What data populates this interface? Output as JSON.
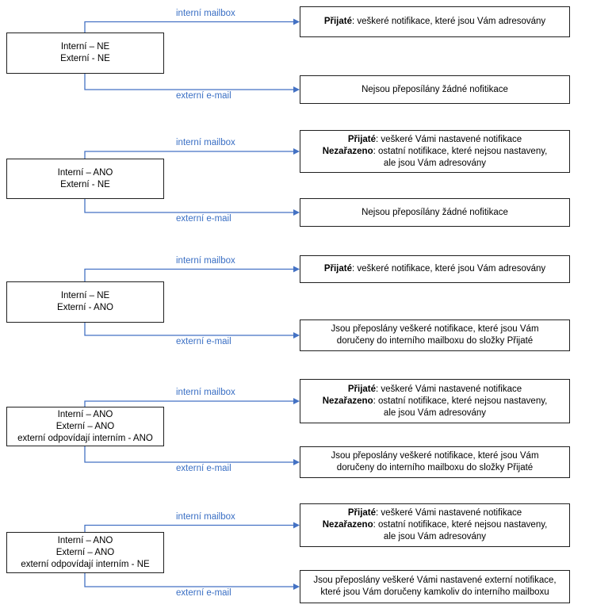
{
  "labels": {
    "internal": "interní mailbox",
    "external": "externí e-mail"
  },
  "rows": [
    {
      "source": [
        "Interní – NE",
        "Externí - NE"
      ],
      "internal": [
        {
          "bold": "Přijaté",
          "text": ": veškeré notifikace, které jsou Vám adresovány"
        }
      ],
      "external": [
        {
          "bold": "",
          "text": "Nejsou přeposílány žádné nofitikace"
        }
      ]
    },
    {
      "source": [
        "Interní – ANO",
        "Externí - NE"
      ],
      "internal": [
        {
          "bold": "Přijaté",
          "text": ": veškeré Vámi nastavené notifikace"
        },
        {
          "bold": "Nezařazeno",
          "text": ": ostatní notifikace, které nejsou nastaveny,"
        },
        {
          "bold": "",
          "text": "ale jsou Vám adresovány"
        }
      ],
      "external": [
        {
          "bold": "",
          "text": "Nejsou přeposílány žádné nofitikace"
        }
      ]
    },
    {
      "source": [
        "Interní – NE",
        "Externí - ANO"
      ],
      "internal": [
        {
          "bold": "Přijaté",
          "text": ": veškeré notifikace, které jsou Vám adresovány"
        }
      ],
      "external": [
        {
          "bold": "",
          "text": "Jsou přeposlány veškeré notifikace, které jsou Vám"
        },
        {
          "bold": "",
          "text": "doručeny do interního mailboxu do složky Přijaté"
        }
      ]
    },
    {
      "source": [
        "Interní – ANO",
        "Externí – ANO",
        "externí odpovídají interním - ANO"
      ],
      "internal": [
        {
          "bold": "Přijaté",
          "text": ": veškeré Vámi nastavené notifikace"
        },
        {
          "bold": "Nezařazeno",
          "text": ": ostatní notifikace, které nejsou nastaveny,"
        },
        {
          "bold": "",
          "text": "ale jsou Vám adresovány"
        }
      ],
      "external": [
        {
          "bold": "",
          "text": "Jsou přeposlány veškeré notifikace, které jsou Vám"
        },
        {
          "bold": "",
          "text": "doručeny do interního mailboxu do složky Přijaté"
        }
      ]
    },
    {
      "source": [
        "Interní – ANO",
        "Externí – ANO",
        "externí odpovídají interním - NE"
      ],
      "internal": [
        {
          "bold": "Přijaté",
          "text": ": veškeré Vámi nastavené notifikace"
        },
        {
          "bold": "Nezařazeno",
          "text": ": ostatní notifikace, které nejsou nastaveny,"
        },
        {
          "bold": "",
          "text": "ale jsou Vám adresovány"
        }
      ],
      "external": [
        {
          "bold": "",
          "text": "Jsou přeposlány veškeré Vámi nastavené externí notifikace,"
        },
        {
          "bold": "",
          "text": "které jsou Vám doručeny kamkoliv do interního mailboxu"
        }
      ]
    }
  ],
  "colors": {
    "connector": "#4472c4",
    "label": "#3a6fc4",
    "border": "#1f1f1f"
  }
}
